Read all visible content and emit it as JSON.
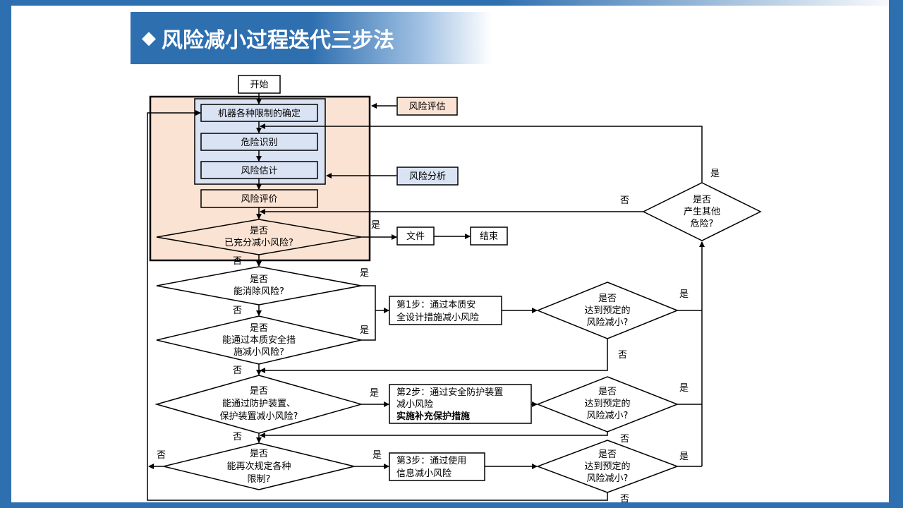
{
  "title": "风险减小过程迭代三步法",
  "nodes": {
    "start": "开始",
    "limits": "机器各种限制的确定",
    "hazard_id": "危险识别",
    "risk_estimate": "风险估计",
    "risk_evaluate": "风险评价",
    "label_assessment": "风险评估",
    "label_analysis": "风险分析",
    "doc": "文件",
    "end": "结束",
    "d1_l1": "是否",
    "d1_l2": "已充分减小风险?",
    "d2_l1": "是否",
    "d2_l2": "能消除风险?",
    "d3_l1": "是否",
    "d3_l2": "能通过本质安全措",
    "d3_l3": "施减小风险?",
    "d4_l1": "是否",
    "d4_l2": "能通过防护装置、",
    "d4_l3": "保护装置减小风险?",
    "d5_l1": "是否",
    "d5_l2": "能再次规定各种",
    "d5_l3": "限制?",
    "dr_l1": "是否",
    "dr_l2": "产生其他",
    "dr_l3": "危险?",
    "dc_l1": "是否",
    "dc_l2": "达到预定的",
    "dc_l3": "风险减小?",
    "step1_a": "第1步：通过",
    "step1_b": "本质安",
    "step1_c": "全设计措施",
    "step1_d": "减小风险",
    "step2_a": "第2步：通过",
    "step2_b": "安全防护装置",
    "step2_c": "减小风险",
    "step2_d": "实施补充保护措施",
    "step3_a": "第3步：通过",
    "step3_b": "使用",
    "step3_c": "信息",
    "step3_d": "减小风险"
  },
  "yes": "是",
  "no": "否",
  "colors": {
    "frame_blue": "#2e6fb0",
    "assessment_fill": "#fbe3d4",
    "analysis_fill": "#dae3f3"
  }
}
